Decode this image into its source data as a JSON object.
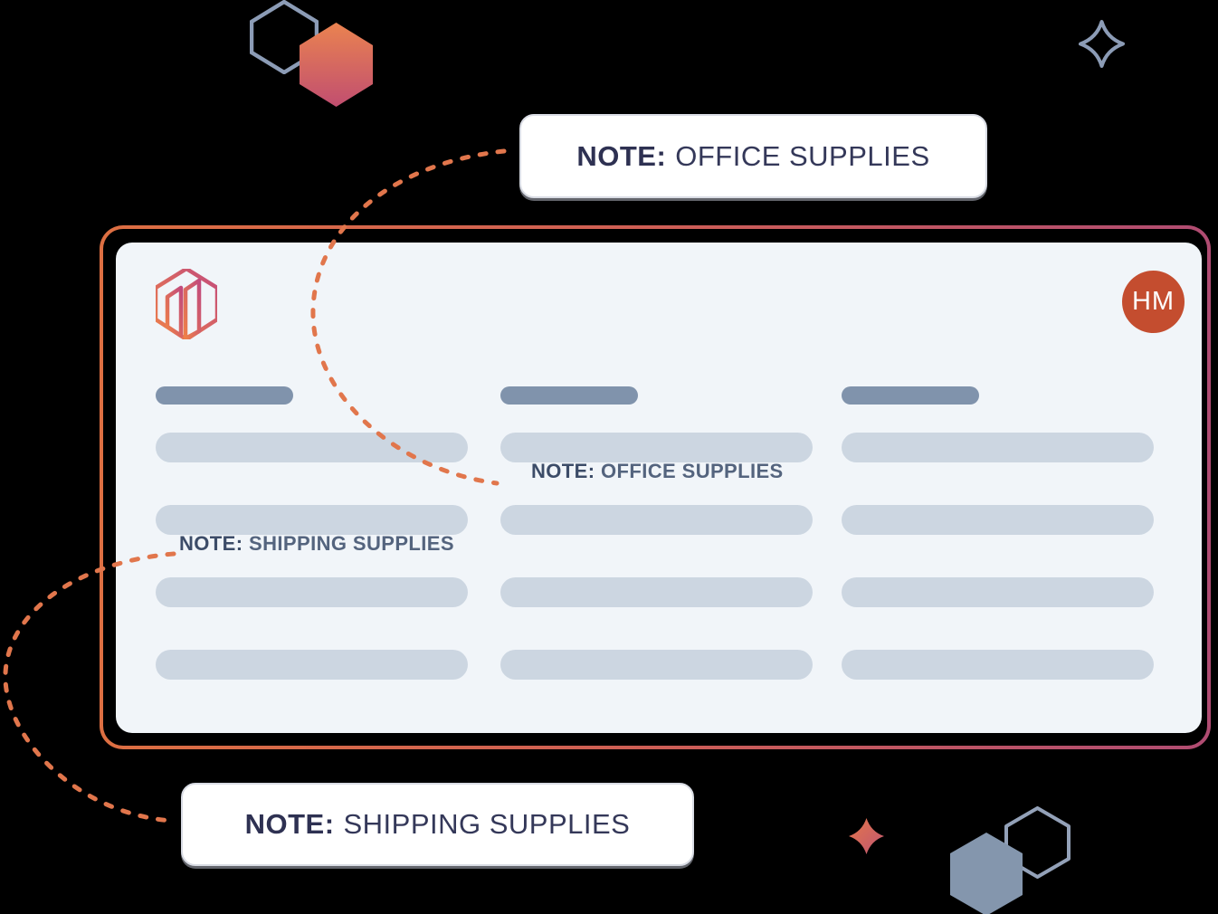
{
  "page": {
    "background": "#000000",
    "connector_color": "#E1764C",
    "decoration_blue": "#8C9CB6",
    "accent_gradient_start": "#DD6F42",
    "accent_gradient_end": "#B04C72"
  },
  "callouts": {
    "office": {
      "prefix": "NOTE:",
      "label": "OFFICE SUPPLIES"
    },
    "shipping": {
      "prefix": "NOTE:",
      "label": "SHIPPING SUPPLIES"
    }
  },
  "card": {
    "background": "#F1F5F9",
    "avatar_initials": "HM",
    "avatar_color": "#C44D2F",
    "header_bar_color": "#8093AC",
    "placeholder_bar_color": "#CCD6E1",
    "placeholder_columns": 3,
    "placeholder_rows_per_column": 4,
    "notes": {
      "office": {
        "prefix": "NOTE:",
        "label": "OFFICE SUPPLIES"
      },
      "shipping": {
        "prefix": "NOTE:",
        "label": "SHIPPING SUPPLIES"
      }
    }
  }
}
